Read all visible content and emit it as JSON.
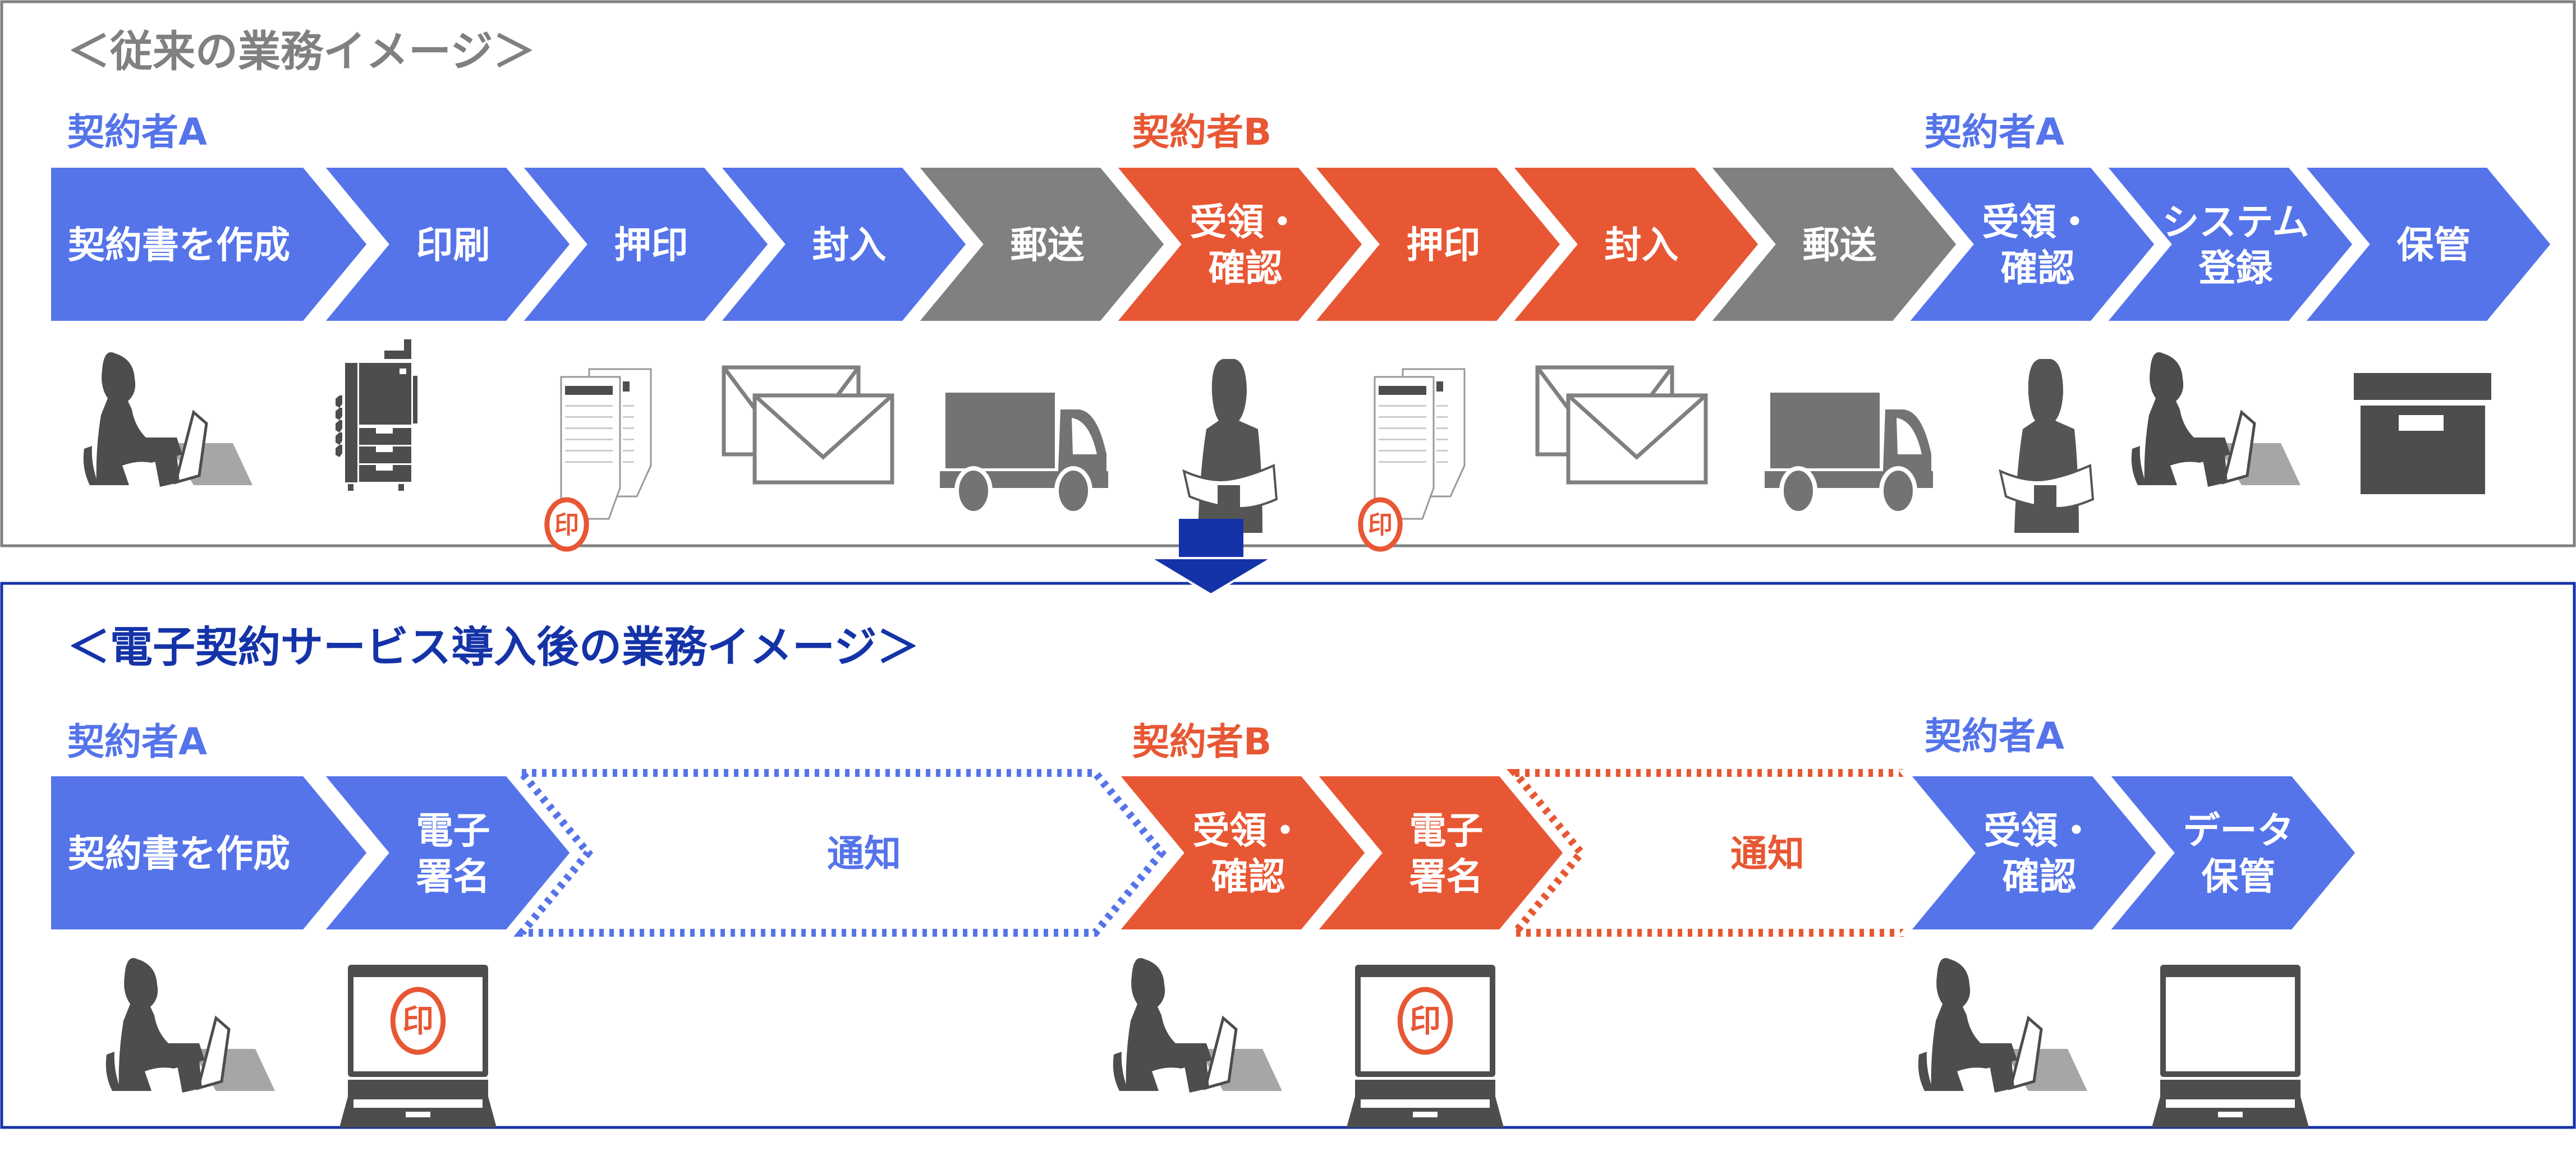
{
  "colors": {
    "partyA": "#5574EA",
    "partyB": "#E85734",
    "transit": "#808080",
    "icon": "#4D4D4D",
    "navy": "#1533A8",
    "old_border": "#808080",
    "old_title": "#808080"
  },
  "before": {
    "title": "＜従来の業務イメージ＞",
    "parties": [
      {
        "label": "契約者A",
        "party": "A"
      },
      {
        "label": "契約者B",
        "party": "B"
      },
      {
        "label": "契約者A",
        "party": "A"
      }
    ],
    "steps": [
      {
        "lines": [
          "契約書を作成"
        ],
        "party": "A",
        "icon": "person-at-laptop-icon"
      },
      {
        "lines": [
          "印刷"
        ],
        "party": "A",
        "icon": "printer-icon"
      },
      {
        "lines": [
          "押印"
        ],
        "party": "A",
        "icon": "stamped-document-icon"
      },
      {
        "lines": [
          "封入"
        ],
        "party": "A",
        "icon": "envelopes-icon"
      },
      {
        "lines": [
          "郵送"
        ],
        "party": "transit",
        "icon": "delivery-truck-icon"
      },
      {
        "lines": [
          "受領・",
          "確認"
        ],
        "party": "B",
        "icon": "person-reading-icon"
      },
      {
        "lines": [
          "押印"
        ],
        "party": "B",
        "icon": "stamped-document-icon"
      },
      {
        "lines": [
          "封入"
        ],
        "party": "B",
        "icon": "envelopes-icon"
      },
      {
        "lines": [
          "郵送"
        ],
        "party": "transit",
        "icon": "delivery-truck-icon"
      },
      {
        "lines": [
          "受領・",
          "確認"
        ],
        "party": "A",
        "icon": "person-reading-icon"
      },
      {
        "lines": [
          "システム",
          "登録"
        ],
        "party": "A",
        "icon": "person-at-laptop-icon"
      },
      {
        "lines": [
          "保管"
        ],
        "party": "A",
        "icon": "storage-box-icon"
      }
    ]
  },
  "after": {
    "title": "＜電子契約サービス導入後の業務イメージ＞",
    "parties": [
      {
        "label": "契約者A",
        "party": "A"
      },
      {
        "label": "契約者B",
        "party": "B"
      },
      {
        "label": "契約者A",
        "party": "A"
      }
    ],
    "steps": [
      {
        "lines": [
          "契約書を作成"
        ],
        "party": "A",
        "style": "solid"
      },
      {
        "lines": [
          "電子",
          "署名"
        ],
        "party": "A",
        "style": "solid"
      },
      {
        "lines": [
          "通知"
        ],
        "party": "A",
        "style": "dotted"
      },
      {
        "lines": [
          "受領・",
          "確認"
        ],
        "party": "B",
        "style": "solid"
      },
      {
        "lines": [
          "電子",
          "署名"
        ],
        "party": "B",
        "style": "solid"
      },
      {
        "lines": [
          "通知"
        ],
        "party": "B",
        "style": "dotted"
      },
      {
        "lines": [
          "受領・",
          "確認"
        ],
        "party": "A",
        "style": "solid"
      },
      {
        "lines": [
          "データ",
          "保管"
        ],
        "party": "A",
        "style": "solid"
      }
    ],
    "icon_groups": [
      {
        "icons": [
          "person-at-laptop-icon",
          "laptop-with-seal-icon"
        ]
      },
      {
        "icons": [
          "person-at-laptop-icon",
          "laptop-with-seal-icon"
        ]
      },
      {
        "icons": [
          "person-at-laptop-icon",
          "laptop-icon"
        ]
      }
    ]
  },
  "seal_char": "印",
  "transition_arrow": "down-arrow-icon"
}
